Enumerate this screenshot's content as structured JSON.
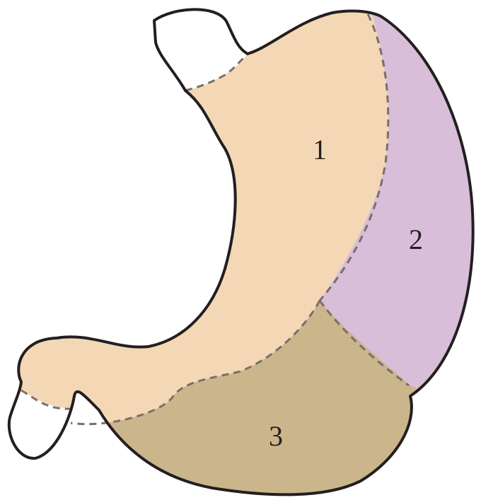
{
  "regions": [
    {
      "id": "1",
      "label": "1",
      "color": "#f4d8b6"
    },
    {
      "id": "2",
      "label": "2",
      "color": "#d8bed9"
    },
    {
      "id": "3",
      "label": "3",
      "color": "#cbb58b"
    }
  ],
  "colors": {
    "outline": "#231f20",
    "divider": "#7a6f6a",
    "duct_fill": "#ffffff",
    "background": "#ffffff"
  }
}
